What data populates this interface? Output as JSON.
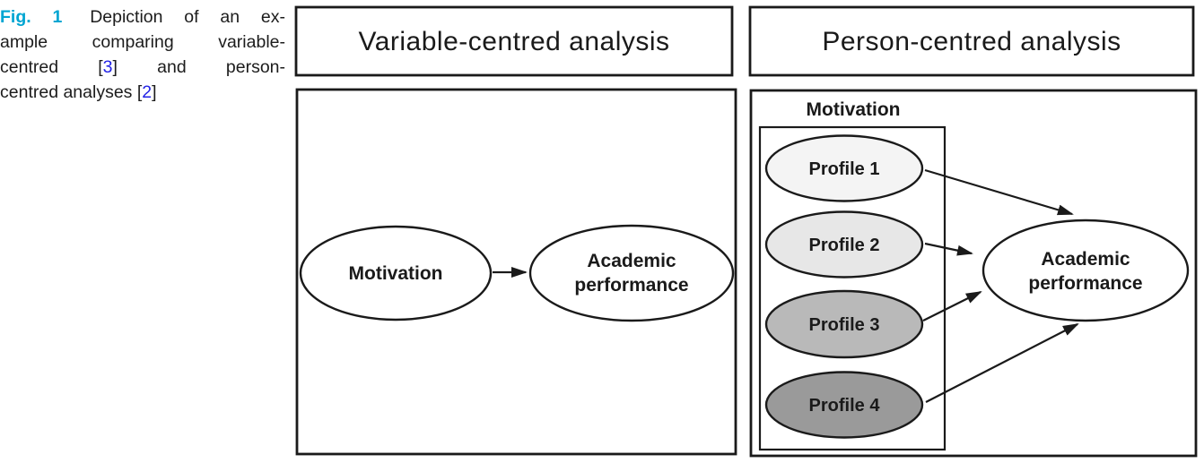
{
  "figure_caption": {
    "fig_label": "Fig. 1",
    "line1": "Depiction of an ex-",
    "line2": "ample comparing variable-",
    "line3_pre": "centred [",
    "line3_cite": "3",
    "line3_post": "] and person-",
    "line4_pre": "centred analyses [",
    "line4_cite": "2",
    "line4_post": "]",
    "full_text": "Fig. 1 Depiction of an example comparing variable-centred [3] and person-centred analyses [2]"
  },
  "colors": {
    "fig_label": "#00a5d2",
    "citation": "#2323e6",
    "stroke": "#1a1a1a",
    "profile_fills": [
      "#f4f4f4",
      "#e7e7e7",
      "#b9b9b9",
      "#9a9a9a"
    ]
  },
  "left_panel": {
    "title": "Variable-centred analysis",
    "motivation_label": "Motivation",
    "academic_label_line1": "Academic",
    "academic_label_line2": "performance",
    "arrow": {
      "from": "Motivation",
      "to": "Academic performance"
    }
  },
  "right_panel": {
    "title": "Person-centred analysis",
    "group_label": "Motivation",
    "profiles": [
      "Profile 1",
      "Profile 2",
      "Profile 3",
      "Profile 4"
    ],
    "academic_label_line1": "Academic",
    "academic_label_line2": "performance",
    "arrows": [
      {
        "from": "Profile 1",
        "to": "Academic performance"
      },
      {
        "from": "Profile 2",
        "to": "Academic performance"
      },
      {
        "from": "Profile 3",
        "to": "Academic performance"
      },
      {
        "from": "Profile 4",
        "to": "Academic performance"
      }
    ]
  }
}
